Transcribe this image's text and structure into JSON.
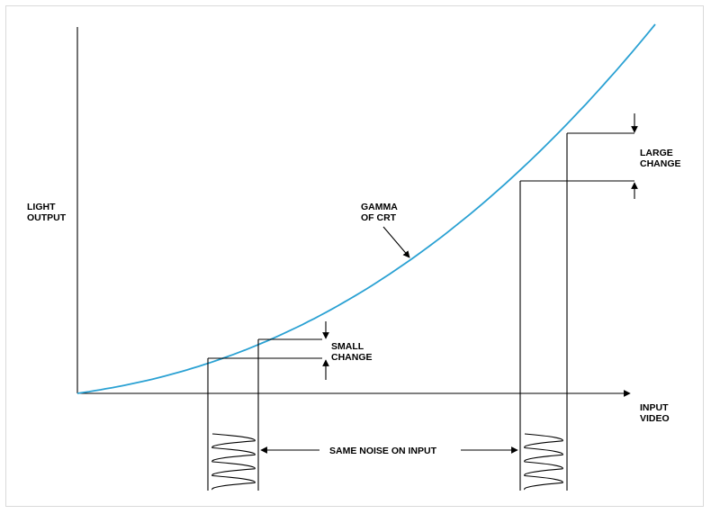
{
  "labels": {
    "y_axis_line1": "LIGHT",
    "y_axis_line2": "OUTPUT",
    "x_axis_line1": "INPUT",
    "x_axis_line2": "VIDEO",
    "curve_line1": "GAMMA",
    "curve_line2": "OF CRT",
    "small_change_line1": "SMALL",
    "small_change_line2": "CHANGE",
    "large_change_line1": "LARGE",
    "large_change_line2": "CHANGE",
    "noise": "SAME NOISE ON INPUT"
  },
  "colors": {
    "curve": "#2aa1d3",
    "lines": "#000000"
  }
}
